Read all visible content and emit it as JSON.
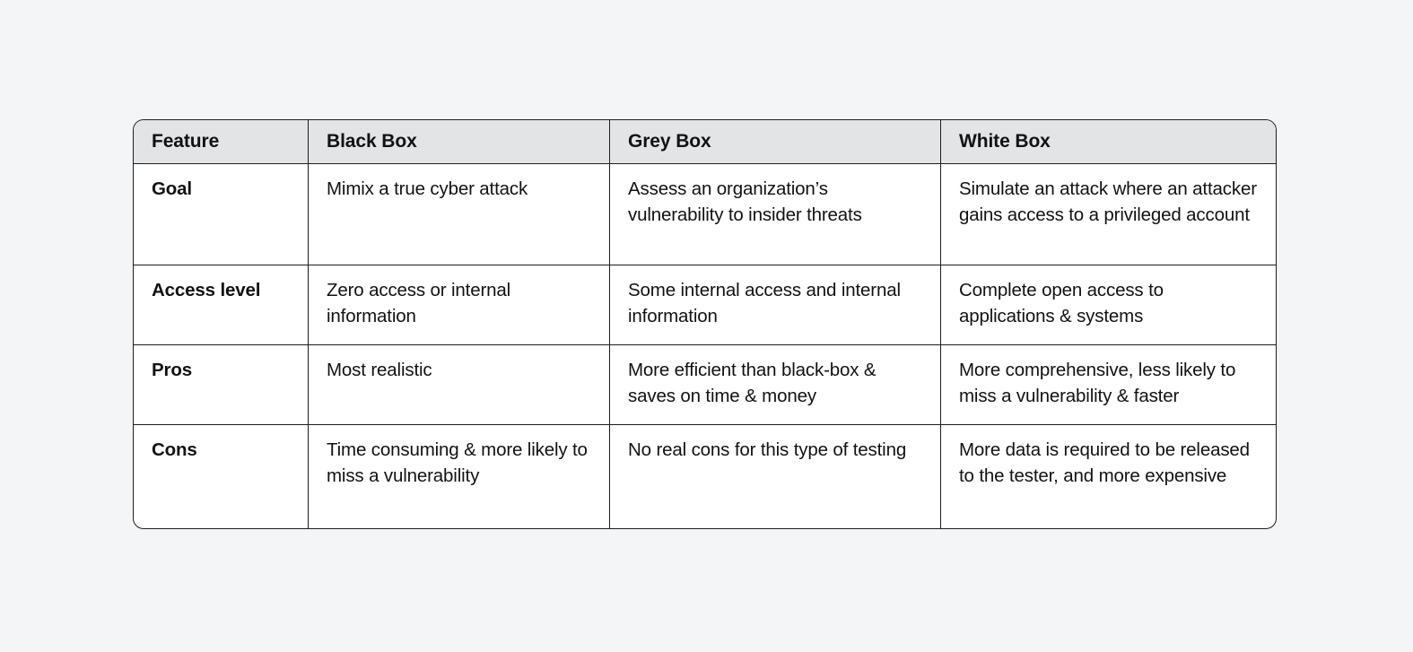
{
  "page": {
    "background_color": "#f4f5f7",
    "text_color": "#111214"
  },
  "table": {
    "name": "penetration-testing-comparison-table",
    "border_color": "#1d1d1f",
    "header_background": "#e2e4e6",
    "body_background": "#ffffff",
    "columns": [
      {
        "key": "feature",
        "label": "Feature"
      },
      {
        "key": "black_box",
        "label": "Black Box"
      },
      {
        "key": "grey_box",
        "label": "Grey Box"
      },
      {
        "key": "white_box",
        "label": "White Box"
      }
    ],
    "rows": [
      {
        "feature": "Goal",
        "black_box": "Mimix a true cyber attack",
        "grey_box": "Assess an organization’s vulnerability to insider threats",
        "white_box": "Simulate an attack where an attacker gains access to a privileged account"
      },
      {
        "feature": "Access level",
        "black_box": "Zero access or internal information",
        "grey_box": "Some internal access and internal information",
        "white_box": "Complete open access to applications & systems"
      },
      {
        "feature": "Pros",
        "black_box": "Most realistic",
        "grey_box": "More efficient than black-box & saves on time & money",
        "white_box": "More comprehensive, less likely to miss a vulnerability & faster"
      },
      {
        "feature": "Cons",
        "black_box": "Time consuming & more likely to miss a vulnerability",
        "grey_box": "No real cons for this type of testing",
        "white_box": "More data is required to be released to the tester, and more expensive"
      }
    ]
  }
}
